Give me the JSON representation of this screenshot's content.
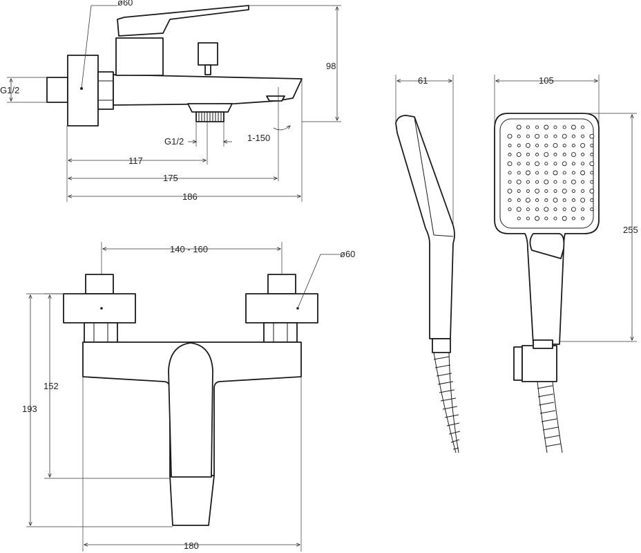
{
  "drawing": {
    "top_view": {
      "diameter": "ø60",
      "height": "98",
      "inlet_thread": "G1/2",
      "outlet_thread": "G1/2",
      "spout_angle": "1-150",
      "offset_117": "117",
      "offset_175": "175",
      "length": "186"
    },
    "front_view": {
      "inlet_spacing": "140 - 160",
      "diameter": "ø60",
      "height_152": "152",
      "height_193": "193",
      "width": "180"
    },
    "hand_shower": {
      "depth": "61",
      "width": "105",
      "length": "255"
    }
  }
}
